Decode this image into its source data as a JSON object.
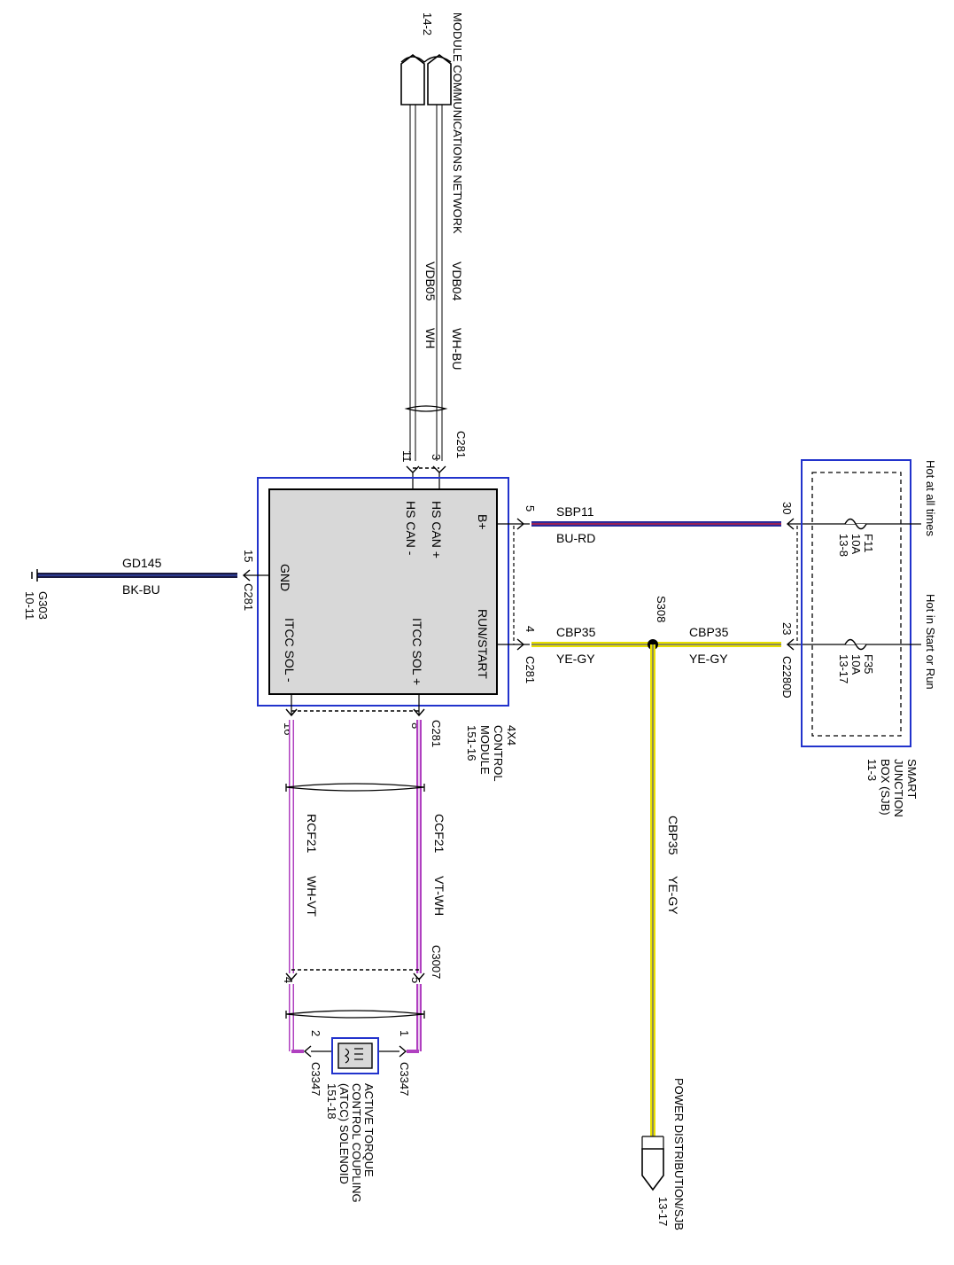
{
  "colors": {
    "module_border": "#2233cc",
    "wire_sbp11_core": "#2a2a9a",
    "wire_sbp11_stripe": "#c02040",
    "wire_gd145_core": "#1a1a40",
    "wire_gd145_stripe": "#3344aa",
    "wire_cbp35_core": "#e8e000",
    "wire_cbp35_stripe": "#707070",
    "wire_ccf21_core": "#b040c0",
    "wire_ccf21_stripe": "#ffffff",
    "wire_rcf21_core": "#ffffff",
    "wire_rcf21_stripe": "#b040c0"
  },
  "can_network": {
    "label": "MODULE COMMUNICATIONS NETWORK",
    "ref": "14-2",
    "vdb04": {
      "circuit": "VDB04",
      "color": "WH-BU"
    },
    "vdb05": {
      "circuit": "VDB05",
      "color": "WH"
    },
    "connector": "C281",
    "pin_hs_can_plus": "3",
    "pin_hs_can_minus": "11"
  },
  "control_module": {
    "name_line1": "4X4",
    "name_line2": "CONTROL",
    "name_line3": "MODULE",
    "ref": "151-16",
    "pins": {
      "b_plus": "B+",
      "hs_can_plus": "HS CAN +",
      "hs_can_minus": "HS CAN -",
      "run_start": "RUN/START",
      "gnd": "GND",
      "itcc_sol_plus": "ITCC SOL +",
      "itcc_sol_minus": "ITCC SOL -"
    }
  },
  "ground": {
    "circuit": "GD145",
    "color": "BK-BU",
    "pin": "15",
    "connector": "C281",
    "ground_point": "G303",
    "ground_ref": "10-11"
  },
  "bplus_circuit": {
    "circuit": "SBP11",
    "color": "BU-RD",
    "module_pin": "5",
    "sjb_pin": "30"
  },
  "run_circuit": {
    "circuit": "CBP35",
    "color": "YE-GY",
    "module_pin": "4",
    "module_connector": "C281",
    "sjb_pin": "23",
    "sjb_connector": "C2280D",
    "splice": "S308"
  },
  "sjb": {
    "name_line1": "SMART",
    "name_line2": "JUNCTION",
    "name_line3": "BOX (SJB)",
    "ref": "11-3",
    "hot_at_all_times": "Hot at all times",
    "hot_in_start_run": "Hot in Start or Run",
    "fuse_f11": {
      "name": "F11",
      "rating": "10A",
      "ref": "13-8"
    },
    "fuse_f35": {
      "name": "F35",
      "rating": "10A",
      "ref": "13-17"
    }
  },
  "power_distribution": {
    "circuit": "CBP35",
    "color": "YE-GY",
    "label": "POWER DISTRIBUTION/SJB",
    "ref": "13-17"
  },
  "solenoid_circuit": {
    "ccf21": {
      "circuit": "CCF21",
      "color": "VT-WH"
    },
    "rcf21": {
      "circuit": "RCF21",
      "color": "WH-VT"
    },
    "module_connector": "C281",
    "module_pin_plus": "8",
    "module_pin_minus": "16",
    "inline_connector": "C3007",
    "inline_pin_plus": "5",
    "inline_pin_minus": "4",
    "solenoid_connector": "C3347",
    "solenoid_pin_1": "1",
    "solenoid_pin_2": "2"
  },
  "solenoid": {
    "line1": "ACTIVE TORQUE",
    "line2": "CONTROL COUPLING",
    "line3": "(ATCC) SOLENOID",
    "ref": "151-18"
  }
}
